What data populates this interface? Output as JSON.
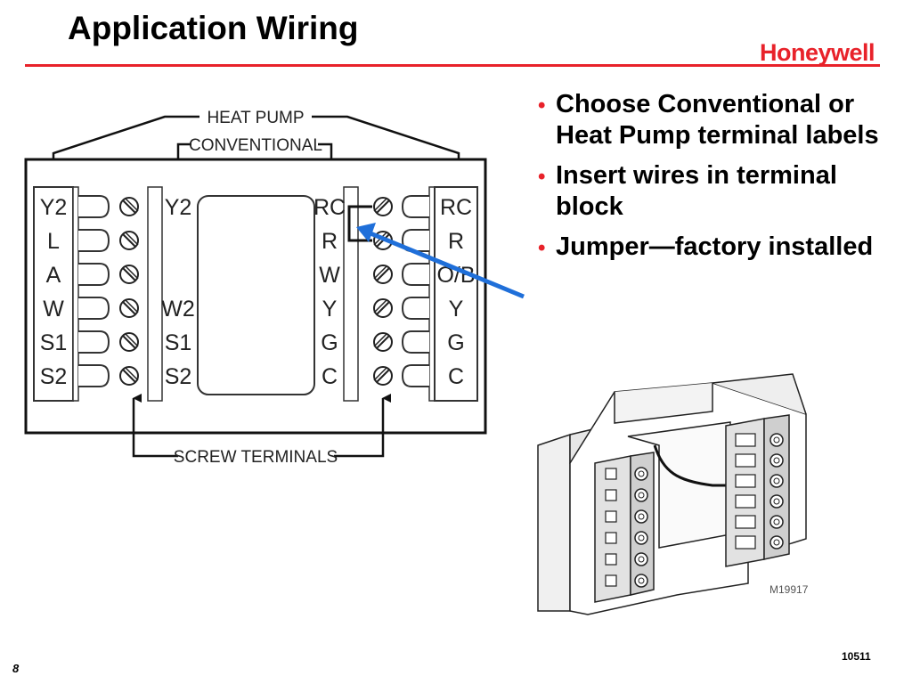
{
  "slide": {
    "title": "Application Wiring",
    "logo_text": "Honeywell",
    "slide_number": "8",
    "doc_code": "10511",
    "accent_color": "#e8222a",
    "arrow_color": "#1f6fd9"
  },
  "bullets": [
    "Choose Conventional or Heat Pump terminal labels",
    "Insert wires in terminal block",
    "Jumper—factory installed"
  ],
  "diagram": {
    "callouts": {
      "heat_pump": "HEAT PUMP",
      "conventional": "CONVENTIONAL",
      "screw_terminals": "SCREW TERMINALS"
    },
    "left_heat_pump_labels": [
      "Y2",
      "L",
      "A",
      "W",
      "S1",
      "S2"
    ],
    "left_conventional_labels": [
      "Y2",
      "",
      "",
      "W2",
      "S1",
      "S2"
    ],
    "right_conventional_labels": [
      "RC",
      "R",
      "W",
      "Y",
      "G",
      "C"
    ],
    "right_heat_pump_labels": [
      "RC",
      "R",
      "O/B",
      "Y",
      "G",
      "C"
    ]
  },
  "photo": {
    "model_code": "M19917"
  }
}
